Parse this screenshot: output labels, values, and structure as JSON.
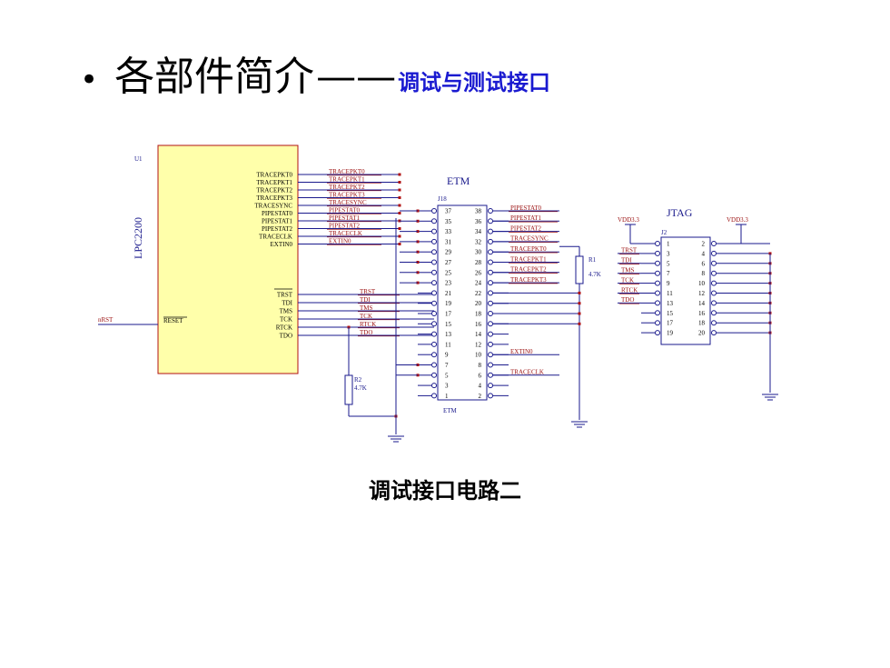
{
  "slide": {
    "bullet": "•",
    "title_main": "各部件简介",
    "title_dash": "——",
    "title_sub": "调试与测试接口",
    "caption": "调试接口电路二"
  },
  "colors": {
    "wire": "#1a1a8c",
    "net_label": "#9b1010",
    "chip_fill": "#ffffaa",
    "chip_border": "#b01010",
    "pin_text": "#1a1a8c"
  },
  "u1": {
    "ref": "U1",
    "part": "LPC2200",
    "trace_pins": [
      "TRACEPKT0",
      "TRACEPKT1",
      "TRACEPKT2",
      "TRACEPKT3",
      "TRACESYNC",
      "PIPESTAT0",
      "PIPESTAT1",
      "PIPESTAT2",
      "TRACECLK",
      "EXTIN0"
    ],
    "trace_nets": [
      "TRACEPKT0",
      "TRACEPKT1",
      "TRACEPKT2",
      "TRACEPKT3",
      "TRACESYNC",
      "PIPESTAT0",
      "PIPESTAT1",
      "PIPESTAT2",
      "TRACECLK",
      "EXTIN0"
    ],
    "jtag_pins": [
      "TRST",
      "TDI",
      "TMS",
      "TCK",
      "RTCK",
      "TDO"
    ],
    "jtag_nets": [
      "TRST",
      "TDI",
      "TMS",
      "TCK",
      "RTCK",
      "TDO"
    ],
    "reset_pin": "RESET",
    "reset_net": "nRST"
  },
  "etm": {
    "title": "ETM",
    "ref": "J18",
    "footer": "ETM",
    "left_pins": [
      "37",
      "35",
      "33",
      "31",
      "29",
      "27",
      "25",
      "23",
      "21",
      "19",
      "17",
      "15",
      "13",
      "11",
      "9",
      "7",
      "5",
      "3",
      "1"
    ],
    "right_pins": [
      "38",
      "36",
      "34",
      "32",
      "30",
      "28",
      "26",
      "24",
      "22",
      "20",
      "18",
      "16",
      "14",
      "12",
      "10",
      "8",
      "6",
      "4",
      "2"
    ],
    "right_nets": [
      "PIPESTAT0",
      "PIPESTAT1",
      "PIPESTAT2",
      "TRACESYNC",
      "TRACEPKT0",
      "TRACEPKT1",
      "TRACEPKT2",
      "TRACEPKT3"
    ],
    "extin_net": "EXTIN0",
    "traceclk_net": "TRACECLK"
  },
  "r1": {
    "ref": "R1",
    "value": "4.7K"
  },
  "r2": {
    "ref": "R2",
    "value": "4.7K"
  },
  "jtag": {
    "title": "JTAG",
    "ref": "J2",
    "vdd_left": "VDD3.3",
    "vdd_right": "VDD3.3",
    "left_pins": [
      "1",
      "3",
      "5",
      "7",
      "9",
      "11",
      "13",
      "15",
      "17",
      "19"
    ],
    "right_pins": [
      "2",
      "4",
      "6",
      "8",
      "10",
      "12",
      "14",
      "16",
      "18",
      "20"
    ],
    "left_nets": [
      "TRST",
      "TDI",
      "TMS",
      "TCK",
      "RTCK",
      "TDO"
    ]
  }
}
